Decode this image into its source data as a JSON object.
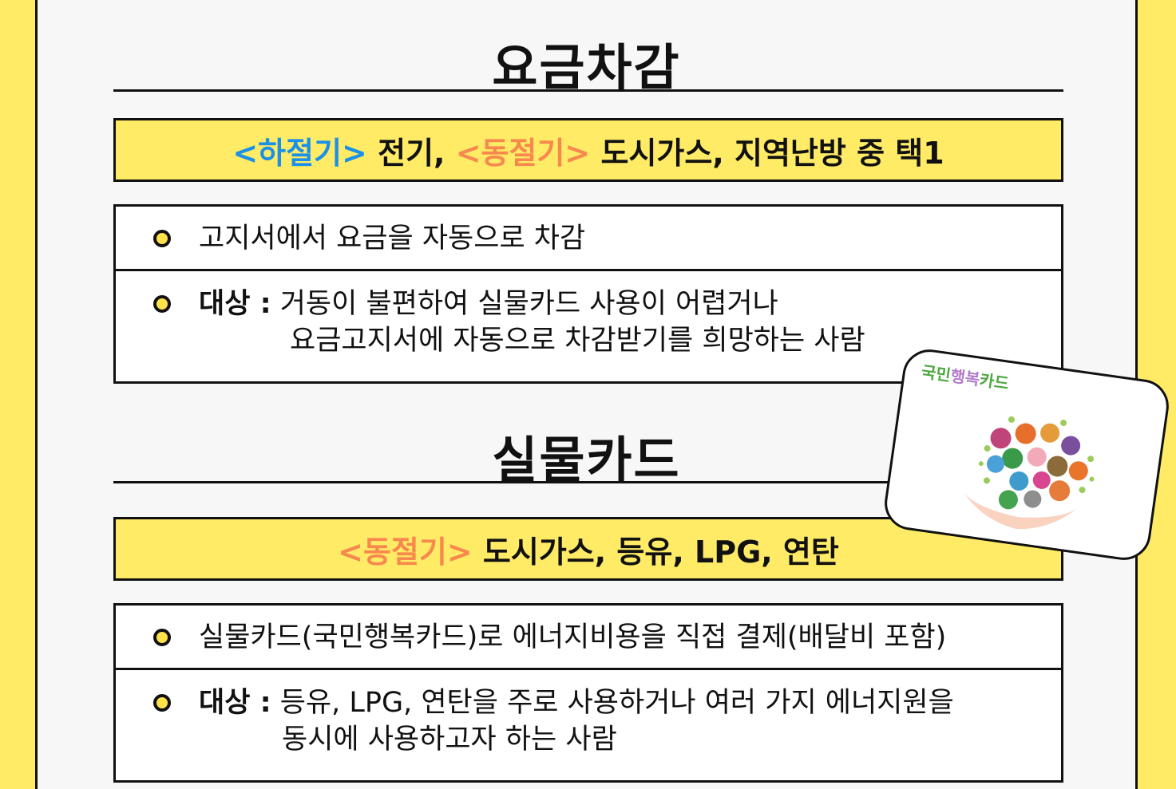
{
  "section1": {
    "title": "요금차감",
    "banner": {
      "season1": "<하절기>",
      "text1": " 전기, ",
      "season2": "<동절기>",
      "text2": " 도시가스, 지역난방 중 택1"
    },
    "row1": "고지서에서 요금을 자동으로 차감",
    "row2_label": "대상 :",
    "row2_line1": " 거동이 불편하여 실물카드 사용이 어렵거나",
    "row2_line2": "요금고지서에 자동으로 차감받기를 희망하는 사람"
  },
  "section2": {
    "title": "실물카드",
    "banner": {
      "season": "<동절기>",
      "text": " 도시가스, 등유, LPG, 연탄"
    },
    "row1": "실물카드(국민행복카드)로 에너지비용을 직접 결제(배달비 포함)",
    "row2_label": "대상 :",
    "row2_line1": " 등유, LPG, 연탄을 주로 사용하거나 여러 가지 에너지원을",
    "row2_line2": "동시에 사용하고자 하는 사람"
  },
  "card": {
    "logo_a": "국민",
    "logo_b": "행복",
    "logo_c": "카드"
  },
  "colors": {
    "yellow": "#FFEB66",
    "blue": "#1A90E8",
    "orange": "#F7884E"
  }
}
